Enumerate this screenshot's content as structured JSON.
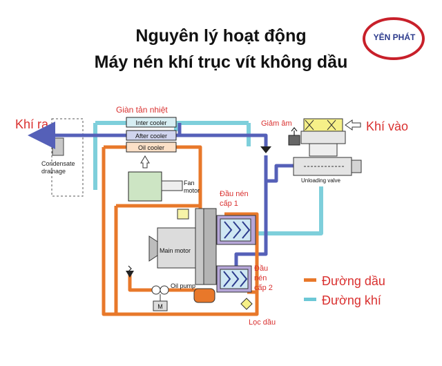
{
  "title": {
    "line1": "Nguyên lý hoạt động",
    "line2": "Máy nén khí trục vít không dầu"
  },
  "logo": {
    "text": "YÊN PHÁT",
    "icon": "yen-phat-logo"
  },
  "labels": {
    "khi_ra": "Khí ra",
    "khi_vao": "Khí vào",
    "gian_tan_nhiet": "Giàn tản nhiệt",
    "inter_cooler": "Inter cooler",
    "after_cooler": "After cooler",
    "oil_cooler": "Oil cooler",
    "condensate_line1": "Condensate",
    "condensate_line2": "drainage",
    "fan_line1": "Fan",
    "fan_line2": "motor",
    "giam_am": "Giảm âm",
    "unloading_valve": "Unloading valve",
    "dau_nen_1_line1": "Đầu nén",
    "dau_nen_1_line2": "cấp 1",
    "dau_nen_2_line1": "Đầu",
    "dau_nen_2_line2": "nén",
    "dau_nen_2_line3": "cấp 2",
    "main_motor": "Main motor",
    "oil_pump": "Oil pump",
    "motor_m": "M",
    "loc_dau": "Lọc dầu"
  },
  "legend": [
    {
      "label": "Đường dầu",
      "color": "#e8782a"
    },
    {
      "label": "Đường khí",
      "color": "#6cc8d6"
    }
  ],
  "colors": {
    "oil": "#e8782a",
    "air": "#7ecfdb",
    "compressed": "#5560b8",
    "red_text": "#d9302f",
    "accent_red": "#c8202a"
  }
}
